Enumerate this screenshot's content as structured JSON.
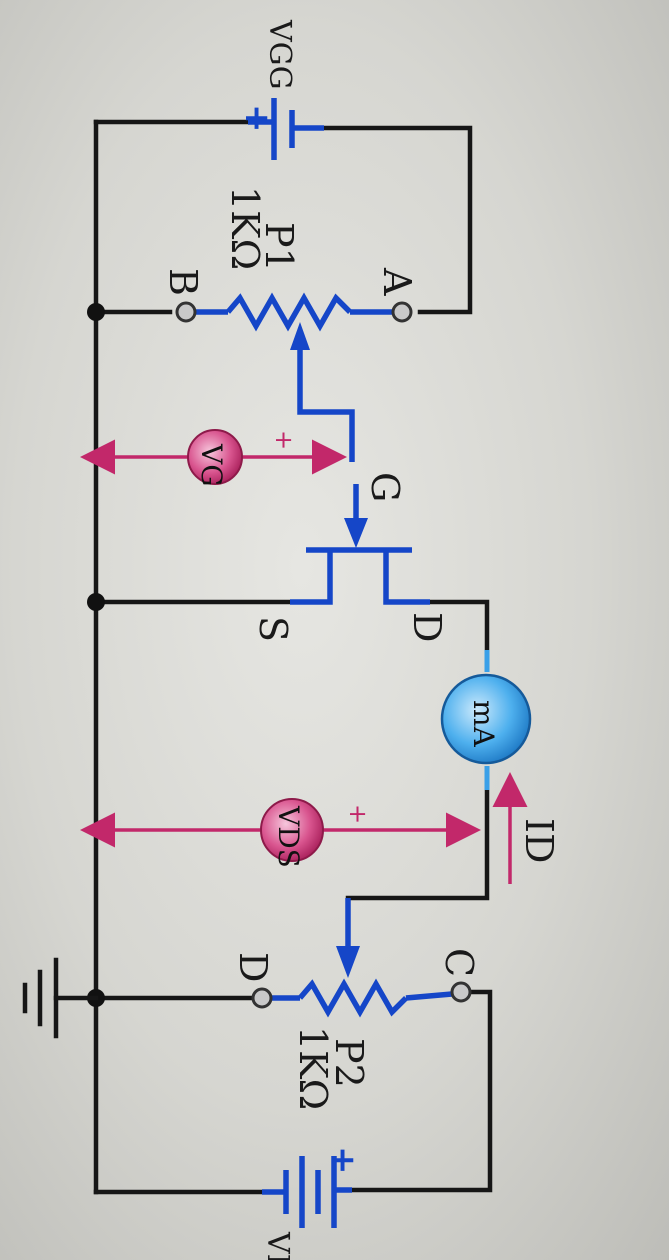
{
  "figure": {
    "title": "",
    "components": {
      "vgg": {
        "label": "VGG",
        "polarity": "+"
      },
      "p1": {
        "name": "P1",
        "value": "1KΩ",
        "terminal_a": "A",
        "terminal_b": "B"
      },
      "vg_meter": {
        "label": "VG",
        "polarity": "+"
      },
      "fet": {
        "gate": "G",
        "source": "S",
        "drain": "D"
      },
      "ma_meter": {
        "label": "mA"
      },
      "vds_meter": {
        "label": "VDS",
        "polarity": "+"
      },
      "id_current": {
        "label": "ID"
      },
      "p2": {
        "name": "P2",
        "value": "1KΩ",
        "terminal_c": "C",
        "terminal_d": "D"
      },
      "vdd": {
        "label": "VDD",
        "polarity": "+"
      }
    },
    "colors": {
      "wire": "#161616",
      "component_blue": "#1546c8",
      "meter_pink": "#c2286a",
      "meter_blue": "#3aa0e8",
      "paper": "#dcdcd7"
    }
  }
}
